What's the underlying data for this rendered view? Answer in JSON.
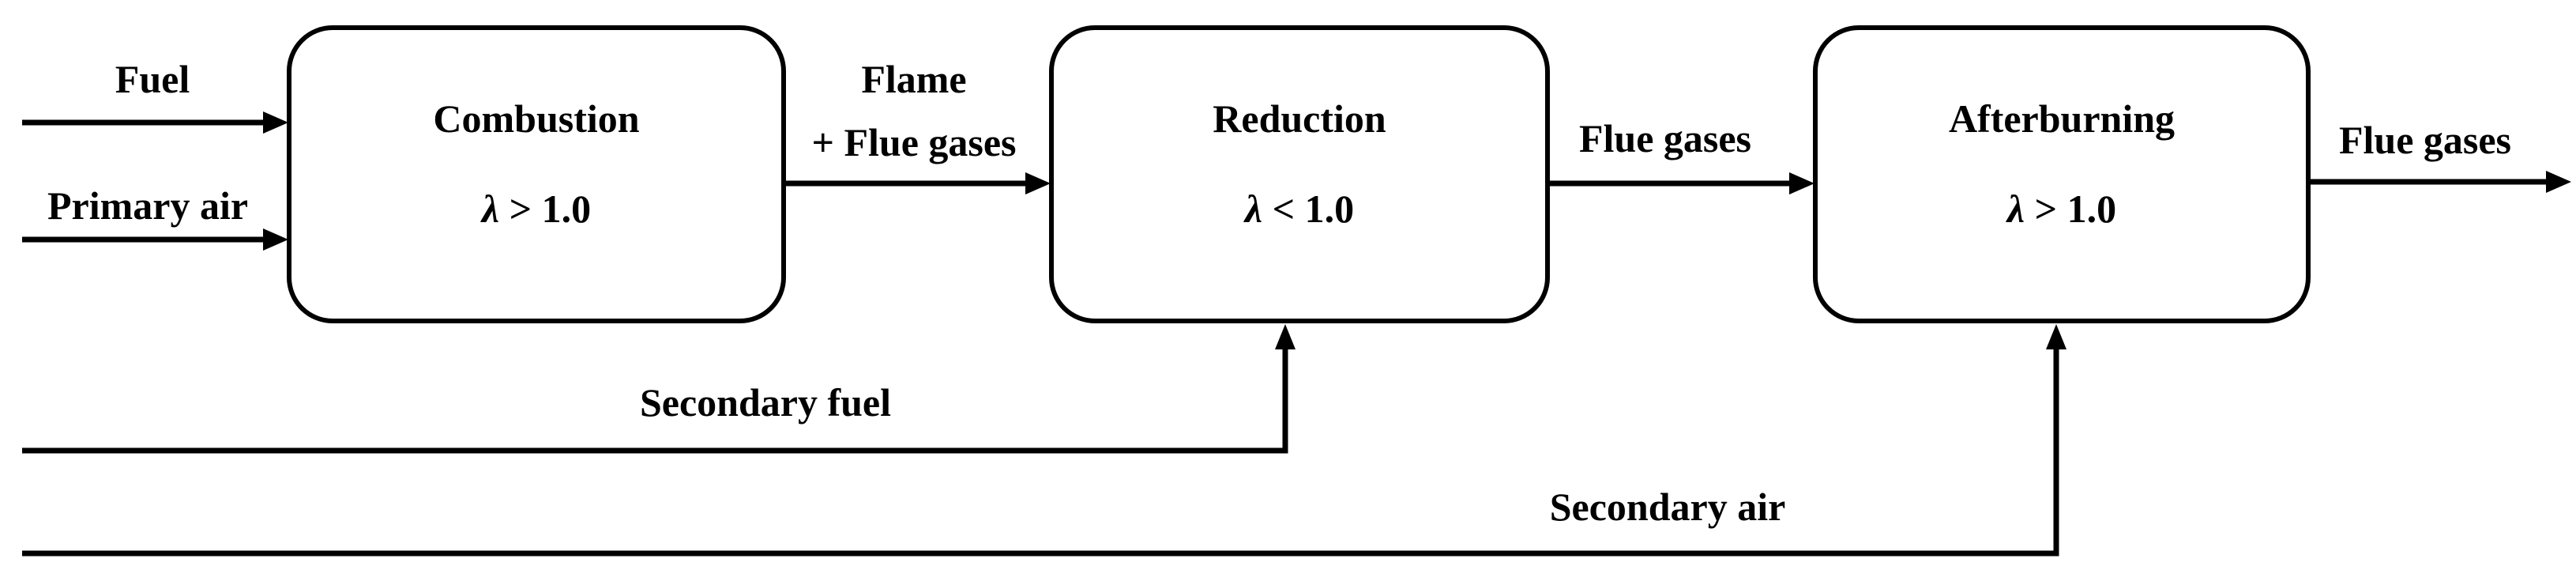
{
  "diagram": {
    "type": "process-flow",
    "boxes": [
      {
        "id": "combustion",
        "title": "Combustion",
        "lambda": "λ > 1.0"
      },
      {
        "id": "reduction",
        "title": "Reduction",
        "lambda": "λ < 1.0"
      },
      {
        "id": "afterburning",
        "title": "Afterburning",
        "lambda": "λ > 1.0"
      }
    ],
    "flows": {
      "fuel": "Fuel",
      "primary_air": "Primary air",
      "flame_line1": "Flame",
      "flame_line2": "+ Flue gases",
      "flue_gases_mid": "Flue gases",
      "flue_gases_out": "Flue gases",
      "secondary_fuel": "Secondary fuel",
      "secondary_air": "Secondary air"
    },
    "colors": {
      "line": "#000000",
      "background": "#ffffff",
      "box_fill": "#ffffff",
      "text": "#000000"
    }
  }
}
